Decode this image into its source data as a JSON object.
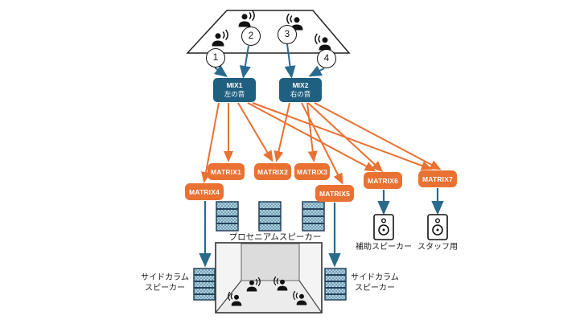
{
  "diagram_title": "",
  "audience_stage": {
    "numbers": [
      "1",
      "2",
      "3",
      "4"
    ]
  },
  "mixes": [
    {
      "name": "MIX1",
      "sub": "左の音"
    },
    {
      "name": "MIX2",
      "sub": "右の音"
    }
  ],
  "matrices": [
    "MATRIX1",
    "MATRIX2",
    "MATRIX3",
    "MATRIX4",
    "MATRIX5",
    "MATRIX6",
    "MATRIX7"
  ],
  "speaker_labels": {
    "proscenium": "プロセニアムスピーカー",
    "side_left_line1": "サイドカラム",
    "side_left_line2": "スピーカー",
    "side_right_line1": "サイドカラム",
    "side_right_line2": "スピーカー",
    "aux": "補助スピーカー",
    "staff": "スタッフ用"
  },
  "connections": {
    "inputs_to_mix1": [
      "1",
      "2"
    ],
    "inputs_to_mix2": [
      "3",
      "4"
    ],
    "mix1_to": [
      "MATRIX1",
      "MATRIX2",
      "MATRIX4",
      "MATRIX6",
      "MATRIX7"
    ],
    "mix2_to": [
      "MATRIX2",
      "MATRIX3",
      "MATRIX5",
      "MATRIX6",
      "MATRIX7"
    ],
    "matrix_outputs": {
      "MATRIX4": "side-column-speaker-left",
      "MATRIX5": "side-column-speaker-right",
      "MATRIX6": "aux-speaker",
      "MATRIX7": "staff-speaker"
    }
  },
  "colors": {
    "orange": "#E97132",
    "teal_box": "#1F5F80",
    "blue_arrow": "#2A6A8C",
    "hatch_fill": "#C7DFEA",
    "hatch_line": "#5E93AB",
    "stack_border": "#24425C"
  }
}
